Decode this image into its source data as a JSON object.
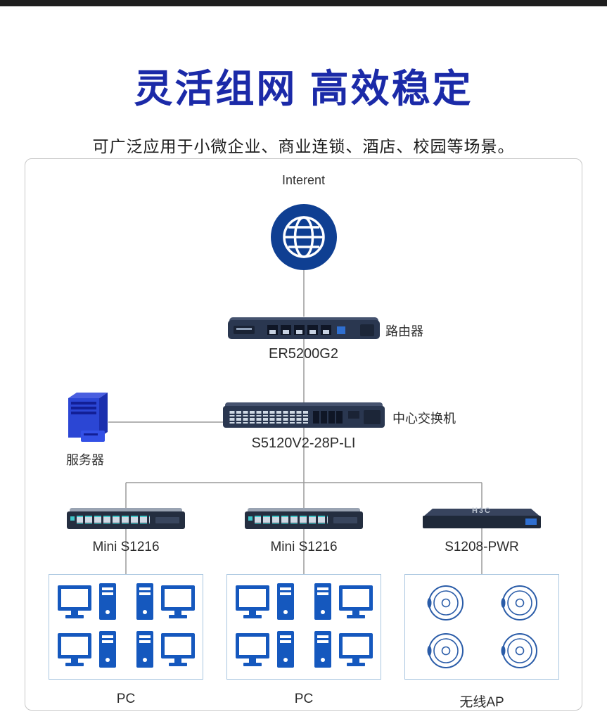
{
  "colors": {
    "title-blue": "#1b2aa8",
    "pc-blue": "#1558be",
    "ap-blue": "#2a5ca8",
    "globe-blue": "#0f3f92",
    "device-navy": "#2a3750",
    "line-gray": "#9a9a9a",
    "box-border": "#a9c6e0",
    "server-blue": "#2b46d4"
  },
  "header": {
    "title": "灵活组网 高效稳定",
    "subtitle": "可广泛应用于小微企业、商业连锁、酒店、校园等场景。"
  },
  "diagram": {
    "internet_label": "Interent",
    "router": {
      "side_label": "路由器",
      "model": "ER5200G2"
    },
    "core_switch": {
      "side_label": "中心交换机",
      "model": "S5120V2-28P-LI"
    },
    "server": {
      "label": "服务器"
    },
    "edge_devices": [
      {
        "model": "Mini S1216"
      },
      {
        "model": "Mini S1216"
      },
      {
        "model": "S1208-PWR",
        "brand": "H3C"
      }
    ],
    "groups": [
      {
        "label": "PC"
      },
      {
        "label": "PC"
      },
      {
        "label": "无线AP"
      }
    ]
  }
}
